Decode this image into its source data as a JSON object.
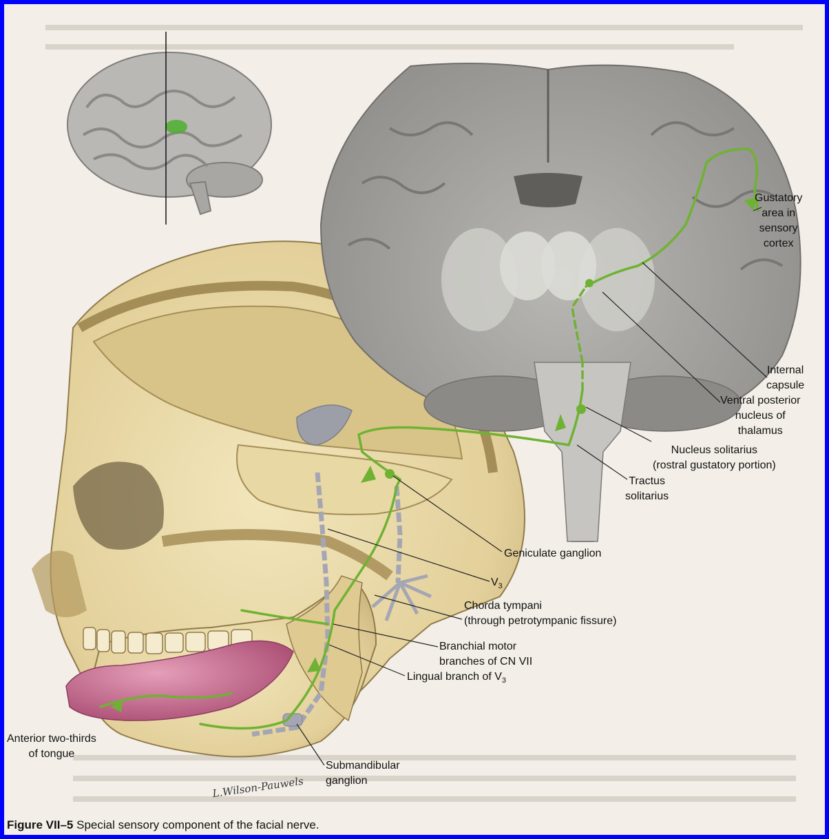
{
  "caption": {
    "label": "Figure VII–5",
    "text": "Special sensory component of the facial nerve."
  },
  "labels": {
    "gustatory": [
      "Gustatory",
      "area in",
      "sensory",
      "cortex"
    ],
    "internal_capsule": [
      "Internal",
      "capsule"
    ],
    "vpn": [
      "Ventral posterior",
      "nucleus of",
      "thalamus"
    ],
    "nucleus_solitarius": [
      "Nucleus solitarius",
      "(rostral gustatory portion)"
    ],
    "tractus_solitarius": [
      "Tractus",
      "solitarius"
    ],
    "geniculate": "Geniculate ganglion",
    "v3": {
      "main": "V",
      "sub": "3"
    },
    "chorda": [
      "Chorda tympani",
      "(through petrotympanic fissure)"
    ],
    "branchial": [
      "Branchial motor",
      "branches of CN VII"
    ],
    "lingual": {
      "main": "Lingual branch of V",
      "sub": "3"
    },
    "tongue": [
      "Anterior two-thirds",
      "of tongue"
    ],
    "submandibular": [
      "Submandibular",
      "ganglion"
    ]
  },
  "signature": "L.Wilson-Pauwels",
  "colors": {
    "nerve": "#6fb233",
    "bone": "#e6d6a2",
    "brain": "#9a9996",
    "tongue": "#c9708f",
    "border": "#0000ff"
  }
}
